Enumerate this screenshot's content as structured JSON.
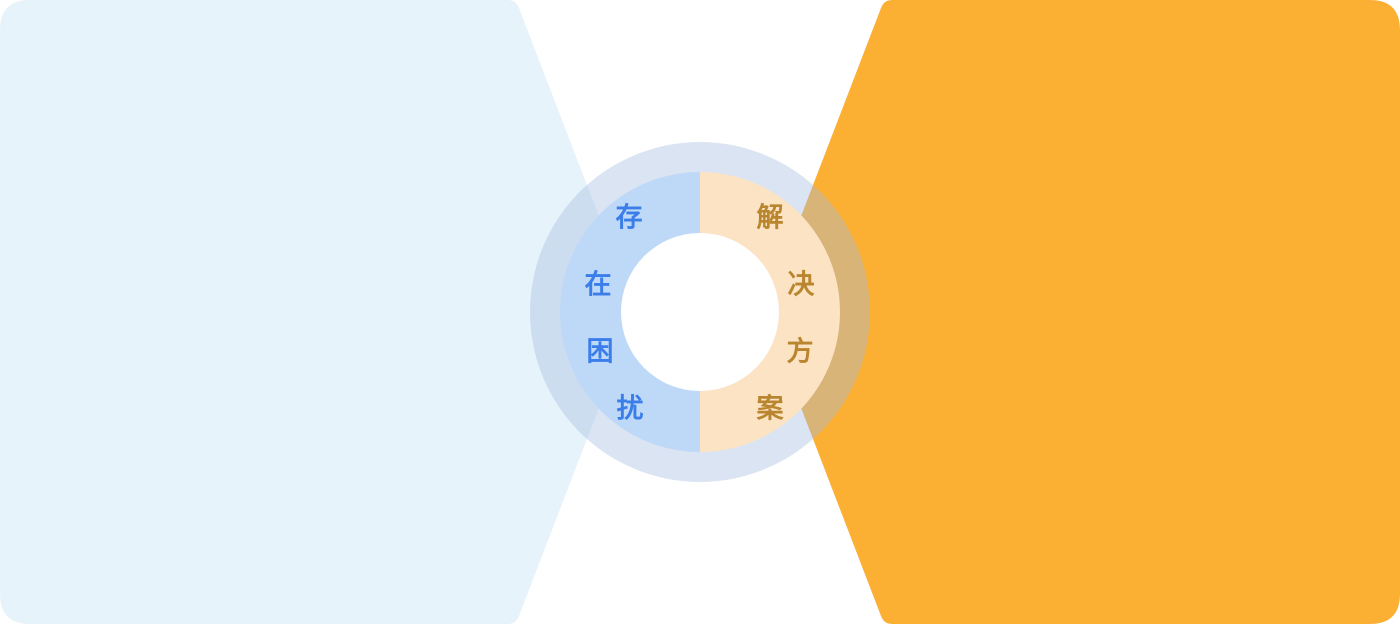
{
  "page": {
    "background": "#FFFFFF"
  },
  "center": {
    "left_title": "存在困扰",
    "left_chars": [
      "存",
      "在",
      "困",
      "扰"
    ],
    "right_title": "解决方案",
    "right_chars": [
      "解",
      "决",
      "方",
      "案"
    ]
  },
  "colors": {
    "left_panel": "#E7F3FB",
    "right_panel": "#FBB034",
    "halo": "rgba(164,188,224,0.4)",
    "donut_left": "#BED9F8",
    "donut_right": "#FBE3C3",
    "inner_circle": "#FFFFFF",
    "left_text": "#3C7EE9",
    "right_text": "#B9862F"
  }
}
